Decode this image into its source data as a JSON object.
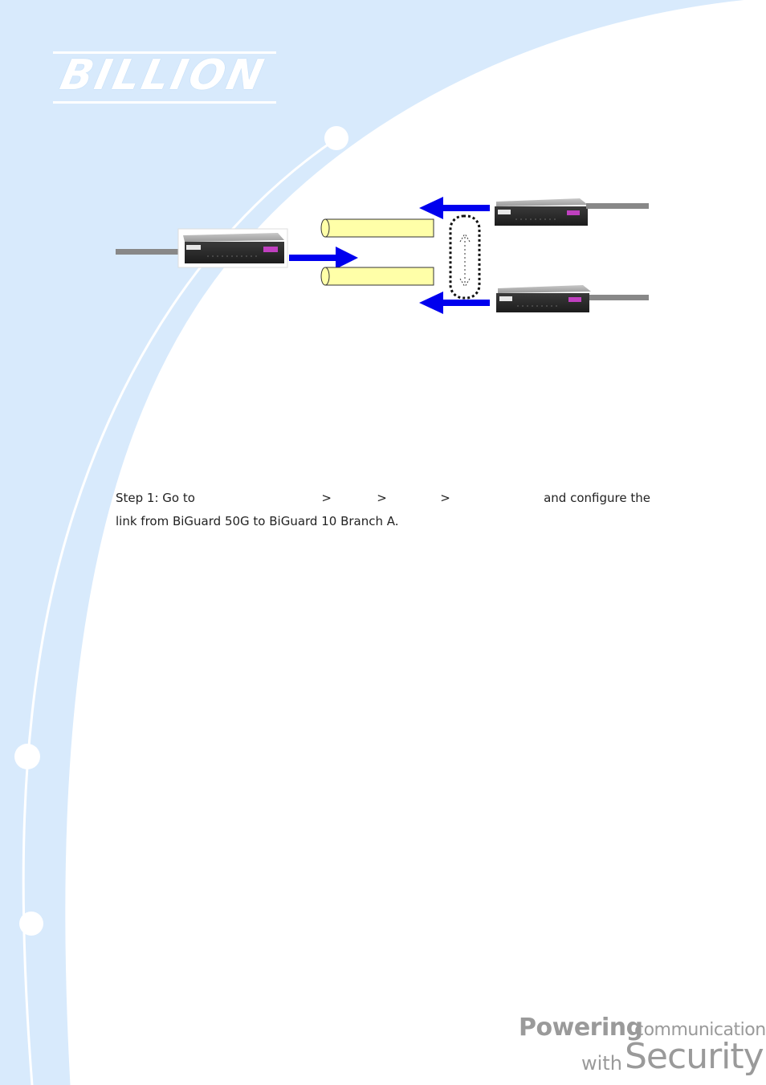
{
  "brand": {
    "logo_text": "BILLION",
    "tagline_powering": "Powering",
    "tagline_communications": "communications",
    "tagline_with": "with",
    "tagline_security": "Security"
  },
  "colors": {
    "background_wave": "#d8eafc",
    "wave_line": "#ffffff",
    "arrow": "#0000ee",
    "tunnel_fill": "#ffffa8",
    "cable": "#888888"
  },
  "diagram": {
    "icons": [
      "router-device-icon",
      "tunnel-cylinder-icon",
      "arrow-icon",
      "failover-loop-icon"
    ]
  },
  "body": {
    "step1_prefix": "Step 1: Go to",
    "sep1": ">",
    "sep2": ">",
    "sep3": ">",
    "step1_suffix": "and configure the",
    "step1_line2": "link from BiGuard 50G to BiGuard 10 Branch A."
  }
}
